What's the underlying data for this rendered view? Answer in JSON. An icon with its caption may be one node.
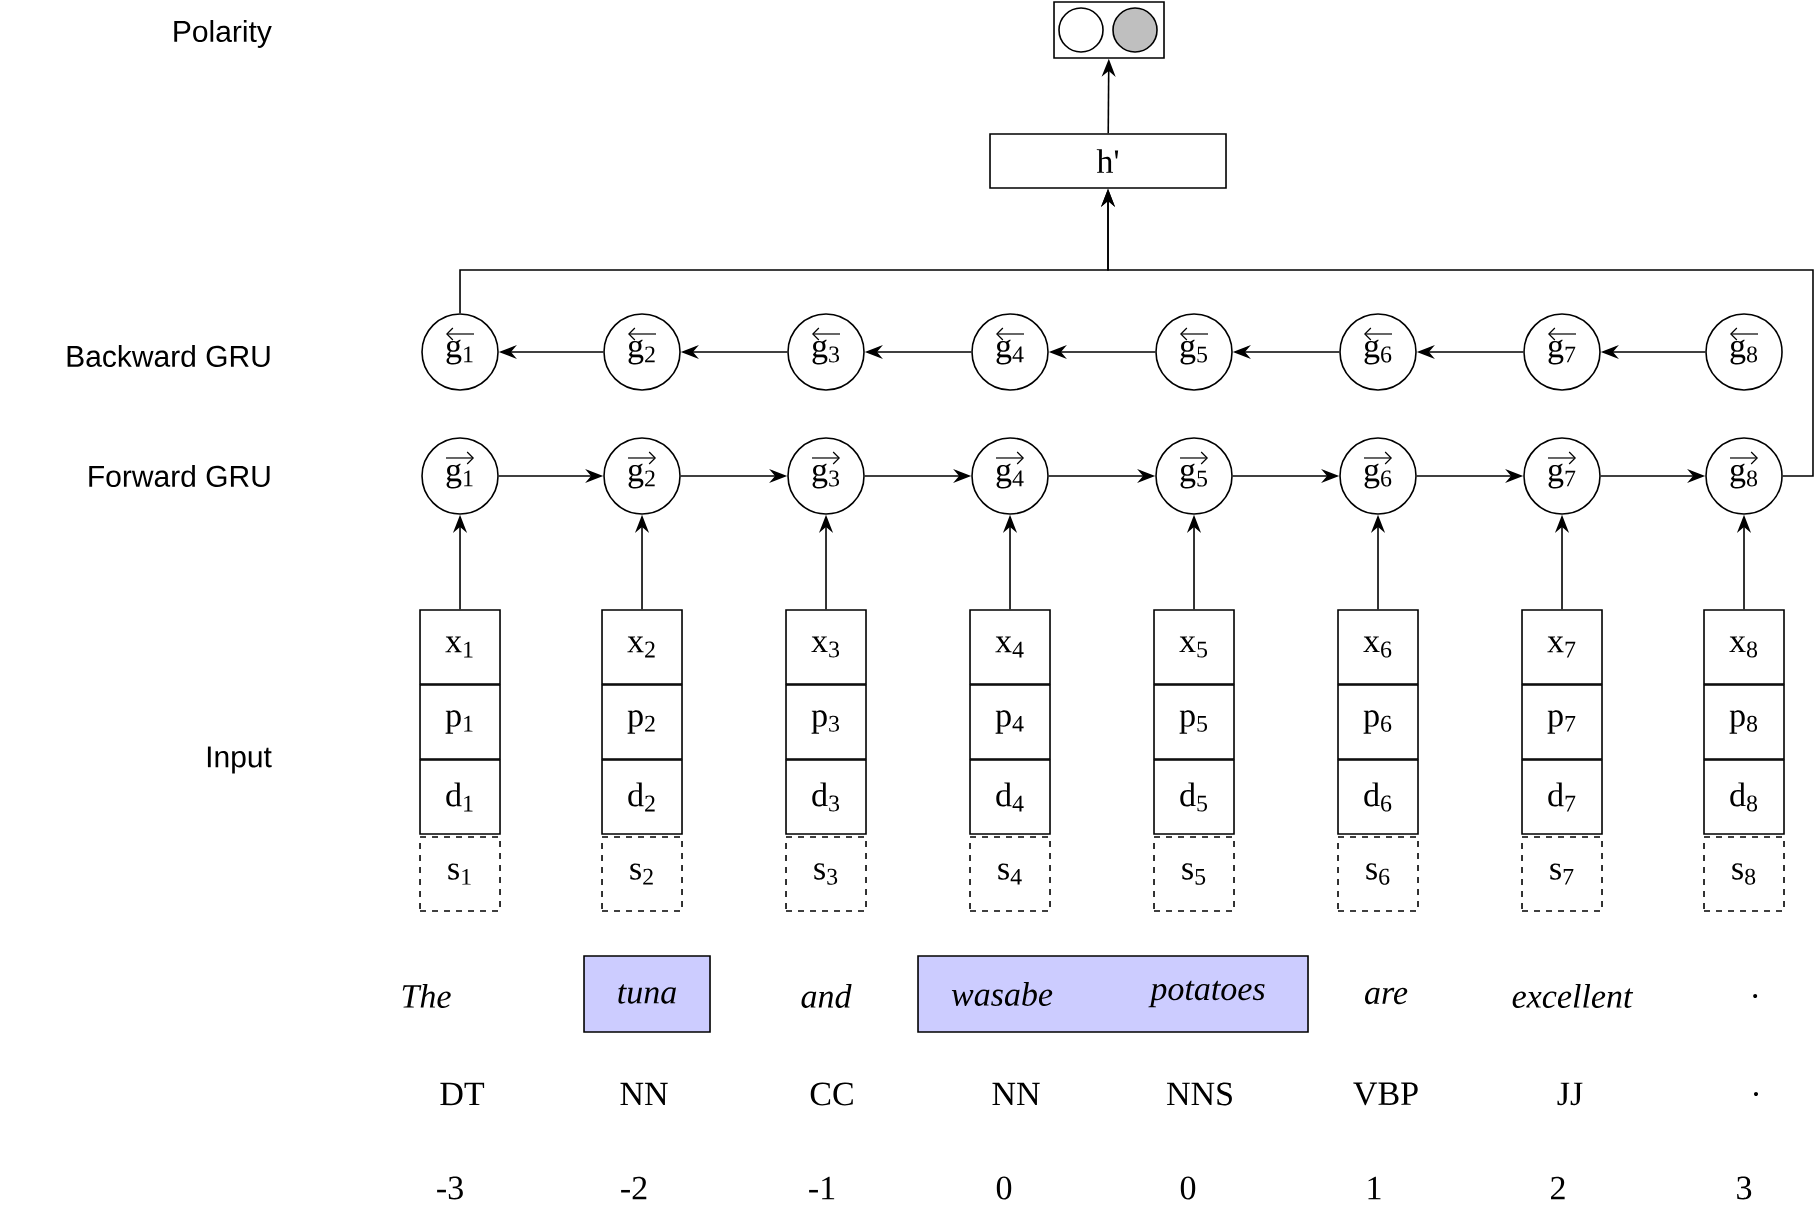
{
  "diagram": {
    "nodes": [
      {
        "text": [],
        "shape": "box"
      },
      {
        "text": [],
        "shape": "circle",
        "in": 0
      },
      {
        "text": [],
        "shape": "circle",
        "in": 0
      },
      {
        "text": [
          "h'"
        ]
      },
      {
        "text": [
          "g$_{1}$"
        ]
      },
      {
        "text": [
          "g$_{2}$"
        ]
      },
      {
        "text": [
          "g$_{3}$"
        ]
      },
      {
        "text": [
          "g$_{4}$"
        ]
      },
      {
        "text": [
          "g$_{5}$"
        ]
      },
      {
        "text": [
          "g$_{6}$"
        ]
      },
      {
        "text": [
          "g$_{7}$"
        ]
      },
      {
        "text": [
          "g$_{8}$"
        ]
      },
      {
        "text": [
          "g$_{1}$"
        ]
      },
      {
        "text": [
          "g$_{2}$"
        ]
      },
      {
        "text": [
          "g$_{3}$"
        ]
      },
      {
        "text": [
          "g$_{4}$"
        ]
      },
      {
        "text": [
          "g$_{5}$"
        ]
      },
      {
        "text": [
          "g$_{6}$"
        ]
      },
      {
        "text": [
          "g$_{7}$"
        ]
      },
      {
        "text": [
          "g$_{8}$"
        ]
      },
      {
        "text": [
          "x$_{1}$"
        ]
      },
      {
        "text": [
          "p$_{1}$"
        ]
      },
      {
        "text": [
          "d$_{1}$"
        ]
      },
      {
        "text": [
          "s$_{1}$"
        ]
      },
      {
        "text": [
          "x$_{2}$"
        ]
      },
      {
        "text": [
          "p$_{2}$"
        ]
      },
      {
        "text": [
          "d$_{2}$"
        ]
      },
      {
        "text": [
          "s$_{2}$"
        ]
      },
      {
        "text": [
          "x$_{3}$"
        ]
      },
      {
        "text": [
          "p$_{3}$"
        ]
      },
      {
        "text": [
          "d$_{3}$"
        ]
      },
      {
        "text": [
          "s$_{3}$"
        ]
      },
      {
        "text": [
          "x$_{4}$"
        ]
      },
      {
        "text": [
          "p$_{4}$"
        ]
      },
      {
        "text": [
          "d$_{4}$"
        ]
      },
      {
        "text": [
          "s$_{4}$"
        ]
      },
      {
        "text": [
          "x$_{5}$"
        ]
      },
      {
        "text": [
          "p$_{5}$"
        ]
      },
      {
        "text": [
          "d$_{5}$"
        ]
      },
      {
        "text": [
          "s$_{5}$"
        ]
      },
      {
        "text": [
          "x$_{6}$"
        ]
      },
      {
        "text": [
          "p$_{6}$"
        ]
      },
      {
        "text": [
          "d$_{6}$"
        ]
      },
      {
        "text": [
          "s$_{6}$"
        ]
      },
      {
        "text": [
          "x$_{7}$"
        ]
      },
      {
        "text": [
          "p$_{7}$"
        ]
      },
      {
        "text": [
          "d$_{7}$"
        ]
      },
      {
        "text": [
          "s$_{7}$"
        ]
      },
      {
        "text": [
          "x$_{8}$"
        ]
      },
      {
        "text": [
          "p$_{8}$"
        ]
      },
      {
        "text": [
          "d$_{8}$"
        ]
      },
      {
        "text": [
          "s$_{8}$"
        ]
      },
      {
        "text": [
          "tuna"
        ]
      },
      {
        "text": [
          "wasabe",
          "potatoes"
        ]
      }
    ],
    "edges": [
      {
        "from": 3,
        "to": 0,
        "arrow": "to"
      },
      {
        "from": 4,
        "to": 3,
        "arrow": "to"
      },
      {
        "from": 19,
        "to": 3,
        "arrow": "to"
      },
      {
        "from": 5,
        "to": 4,
        "arrow": "to"
      },
      {
        "from": 6,
        "to": 5,
        "arrow": "to"
      },
      {
        "from": 7,
        "to": 6,
        "arrow": "to"
      },
      {
        "from": 8,
        "to": 7,
        "arrow": "to"
      },
      {
        "from": 9,
        "to": 8,
        "arrow": "to"
      },
      {
        "from": 10,
        "to": 9,
        "arrow": "to"
      },
      {
        "from": 11,
        "to": 10,
        "arrow": "to"
      },
      {
        "from": 12,
        "to": 13,
        "arrow": "to"
      },
      {
        "from": 13,
        "to": 14,
        "arrow": "to"
      },
      {
        "from": 14,
        "to": 15,
        "arrow": "to"
      },
      {
        "from": 15,
        "to": 16,
        "arrow": "to"
      },
      {
        "from": 16,
        "to": 17,
        "arrow": "to"
      },
      {
        "from": 17,
        "to": 18,
        "arrow": "to"
      },
      {
        "from": 18,
        "to": 19,
        "arrow": "to"
      },
      {
        "from": 20,
        "to": 12,
        "arrow": "to"
      },
      {
        "from": 24,
        "to": 13,
        "arrow": "to"
      },
      {
        "from": 28,
        "to": 14,
        "arrow": "to"
      },
      {
        "from": 32,
        "to": 15,
        "arrow": "to"
      },
      {
        "from": 36,
        "to": 16,
        "arrow": "to"
      },
      {
        "from": 40,
        "to": 17,
        "arrow": "to"
      },
      {
        "from": 44,
        "to": 18,
        "arrow": "to"
      },
      {
        "from": 48,
        "to": 19,
        "arrow": "to"
      }
    ],
    "labels": [
      "Polarity",
      "Backward GRU",
      "Forward GRU",
      "Input",
      "The",
      "and",
      "are",
      "excellent",
      ".",
      "DT",
      "NN",
      "CC",
      "NN",
      "NNS",
      "VBP",
      "JJ",
      ".",
      "-3",
      "-2",
      "-1",
      "0",
      "0",
      "1",
      "2",
      "3"
    ]
  }
}
